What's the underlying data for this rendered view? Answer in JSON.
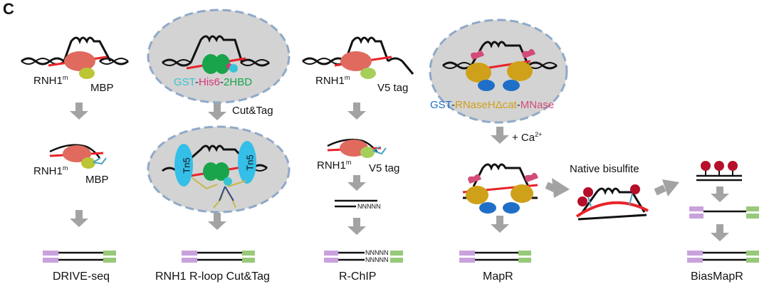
{
  "panel_letter": "C",
  "colors": {
    "rnh1": "#e06a5e",
    "mbp": "#bcc534",
    "v5": "#a6cf5a",
    "gst": "#37c3d6",
    "his6": "#d8347a",
    "hbd": "#18a44a",
    "rnase": "#cfa11a",
    "mnase": "#d34c79",
    "blue": "#1f6fc9",
    "tn5": "#34bfe8",
    "pink_adapter": "#c9a2dc",
    "green_adapter": "#98c97a",
    "arrow": "#a3a3a3",
    "nucleus": "#d3d3d3"
  },
  "drive_seq": {
    "rnh1_main": "RNH1",
    "rnh1_sup": "m",
    "mbp": "MBP",
    "title": "DRIVE-seq"
  },
  "rnh1_cuttag": {
    "fusion": [
      {
        "text": "GST",
        "color": "#37c3d6"
      },
      {
        "text": "-",
        "color": "#222222"
      },
      {
        "text": "His6",
        "color": "#d8347a"
      },
      {
        "text": "-",
        "color": "#222222"
      },
      {
        "text": "2HBD",
        "color": "#18a44a"
      }
    ],
    "step": "Cut&Tag",
    "tn5": "Tn5",
    "title": "RNH1 R-loop Cut&Tag"
  },
  "r_chip": {
    "rnh1_main": "RNH1",
    "rnh1_sup": "m",
    "tag": "V5 tag",
    "nnnnn": "NNNNN",
    "title": "R-ChIP"
  },
  "mapr": {
    "fusion": [
      {
        "text": "GST",
        "color": "#1f6fc9"
      },
      {
        "text": "-",
        "color": "#222222"
      },
      {
        "text": "RNaseHΔcat",
        "color": "#cfa11a"
      },
      {
        "text": "-",
        "color": "#222222"
      },
      {
        "text": "MNase",
        "color": "#d34c79"
      }
    ],
    "step_main": "+ Ca",
    "step_sup": "2+",
    "title": "MapR"
  },
  "bias_mapr": {
    "step": "Native bisulfite",
    "title": "BiasMapR"
  }
}
